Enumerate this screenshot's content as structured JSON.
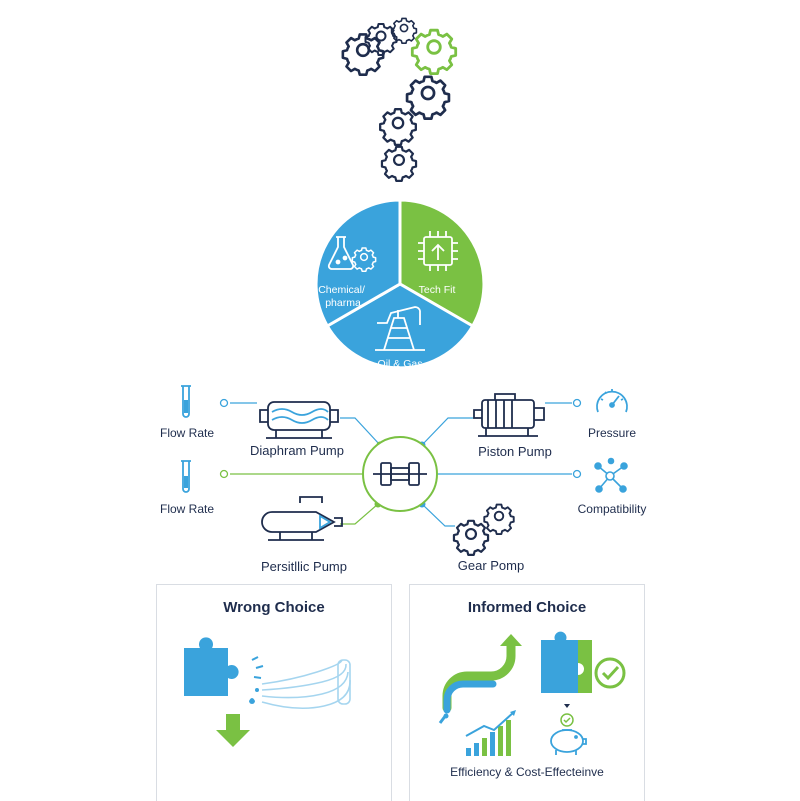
{
  "segments": {
    "chemical": "Chemical/\npharma",
    "tech": "Tech Fit",
    "oil": "Oil & Gas"
  },
  "pumps": {
    "diaphragm": "Diaphram Pump",
    "piston": "Piston Pump",
    "peristaltic": "Persitllic Pump",
    "gear": "Gear Pomp"
  },
  "factors": {
    "flow_rate_top": "Flow Rate",
    "flow_rate_bottom": "Flow Rate",
    "pressure": "Pressure",
    "compatibility": "Compatibility"
  },
  "panels": {
    "wrong_title": "Wrong Choice",
    "informed_title": "Informed Choice",
    "informed_caption": "Efficiency & Cost-Effecteinve"
  },
  "colors": {
    "blue": "#3aa3dc",
    "green": "#7ac143",
    "navy": "#1f2d4d"
  }
}
